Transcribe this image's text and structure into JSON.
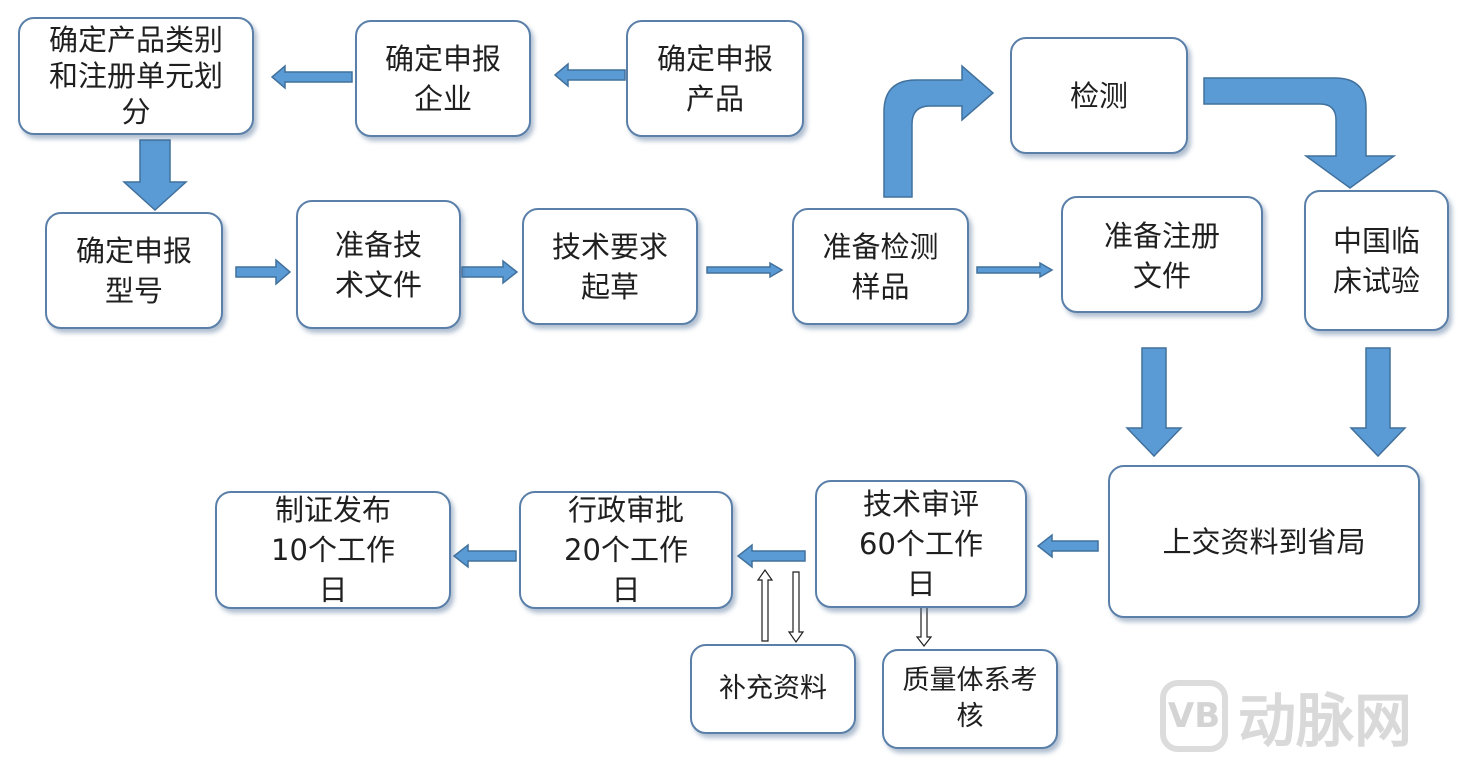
{
  "nodes": {
    "product_category": "确定产品类别和注册单元划分",
    "applicant_enterprise": "确定申报企业",
    "applicant_product": "确定申报产品",
    "model": "确定申报型号",
    "tech_docs": "准备技术文件",
    "tech_requirements": "技术要求起草",
    "test_samples": "准备检测样品",
    "testing": "检测",
    "registration_docs": "准备注册文件",
    "clinical_trial": "中国临床试验",
    "submit_province": "上交资料到省局",
    "tech_review": "技术审评60个工作日",
    "admin_approval": "行政审批20个工作日",
    "certificate": "制证发布10个工作日",
    "supplement": "补充资料",
    "quality_system": "质量体系考核"
  },
  "watermark": {
    "logo_text": "VB",
    "brand_text": "动脉网"
  },
  "colors": {
    "arrow_fill": "#5b9bd5",
    "arrow_stroke": "#41719c",
    "node_border": "#5a7fa8"
  }
}
